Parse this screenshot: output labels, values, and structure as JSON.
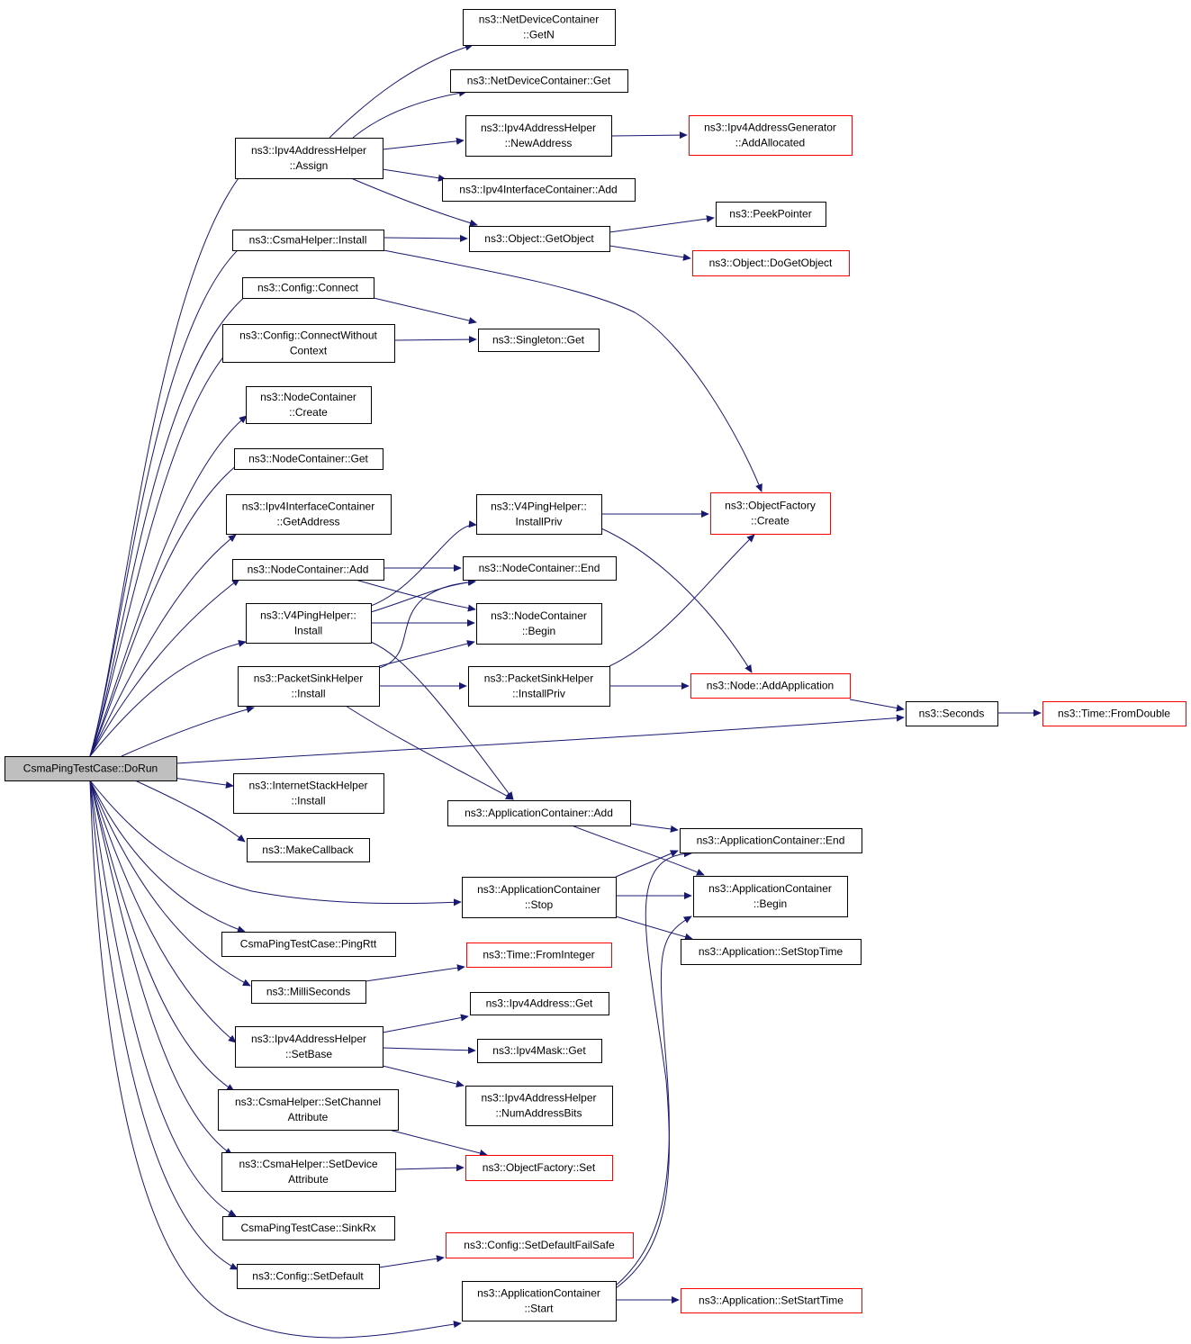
{
  "graph": {
    "nodes": [
      {
        "id": "n0",
        "lines": [
          "CsmaPingTestCase::DoRun"
        ],
        "style": "root"
      },
      {
        "id": "n1",
        "lines": [
          "ns3::Ipv4AddressHelper",
          "::Assign"
        ],
        "style": "normal"
      },
      {
        "id": "n2",
        "lines": [
          "ns3::CsmaHelper::Install"
        ],
        "style": "normal"
      },
      {
        "id": "n3",
        "lines": [
          "ns3::Config::Connect"
        ],
        "style": "normal"
      },
      {
        "id": "n4",
        "lines": [
          "ns3::Config::ConnectWithout",
          "Context"
        ],
        "style": "normal"
      },
      {
        "id": "n5",
        "lines": [
          "ns3::NodeContainer",
          "::Create"
        ],
        "style": "normal"
      },
      {
        "id": "n6",
        "lines": [
          "ns3::NodeContainer::Get"
        ],
        "style": "normal"
      },
      {
        "id": "n7",
        "lines": [
          "ns3::Ipv4InterfaceContainer",
          "::GetAddress"
        ],
        "style": "normal"
      },
      {
        "id": "n8",
        "lines": [
          "ns3::NodeContainer::Add"
        ],
        "style": "normal"
      },
      {
        "id": "n9",
        "lines": [
          "ns3::V4PingHelper::",
          "Install"
        ],
        "style": "normal"
      },
      {
        "id": "n10",
        "lines": [
          "ns3::PacketSinkHelper",
          "::Install"
        ],
        "style": "normal"
      },
      {
        "id": "n11",
        "lines": [
          "ns3::InternetStackHelper",
          "::Install"
        ],
        "style": "normal"
      },
      {
        "id": "n12",
        "lines": [
          "ns3::MakeCallback"
        ],
        "style": "normal"
      },
      {
        "id": "n13",
        "lines": [
          "CsmaPingTestCase::PingRtt"
        ],
        "style": "normal"
      },
      {
        "id": "n14",
        "lines": [
          "ns3::MilliSeconds"
        ],
        "style": "normal"
      },
      {
        "id": "n15",
        "lines": [
          "ns3::Ipv4AddressHelper",
          "::SetBase"
        ],
        "style": "normal"
      },
      {
        "id": "n16",
        "lines": [
          "ns3::CsmaHelper::SetChannel",
          "Attribute"
        ],
        "style": "normal"
      },
      {
        "id": "n17",
        "lines": [
          "ns3::CsmaHelper::SetDevice",
          "Attribute"
        ],
        "style": "normal"
      },
      {
        "id": "n18",
        "lines": [
          "CsmaPingTestCase::SinkRx"
        ],
        "style": "normal"
      },
      {
        "id": "n19",
        "lines": [
          "ns3::Config::SetDefault"
        ],
        "style": "normal"
      },
      {
        "id": "n20",
        "lines": [
          "ns3::NetDeviceContainer",
          "::GetN"
        ],
        "style": "normal"
      },
      {
        "id": "n21",
        "lines": [
          "ns3::NetDeviceContainer::Get"
        ],
        "style": "normal"
      },
      {
        "id": "n22",
        "lines": [
          "ns3::Ipv4AddressHelper",
          "::NewAddress"
        ],
        "style": "normal"
      },
      {
        "id": "n23",
        "lines": [
          "ns3::Ipv4InterfaceContainer::Add"
        ],
        "style": "normal"
      },
      {
        "id": "n24",
        "lines": [
          "ns3::Object::GetObject"
        ],
        "style": "normal"
      },
      {
        "id": "n25",
        "lines": [
          "ns3::Singleton::Get"
        ],
        "style": "normal"
      },
      {
        "id": "n26",
        "lines": [
          "ns3::V4PingHelper::",
          "InstallPriv"
        ],
        "style": "normal"
      },
      {
        "id": "n27",
        "lines": [
          "ns3::NodeContainer::End"
        ],
        "style": "normal"
      },
      {
        "id": "n28",
        "lines": [
          "ns3::NodeContainer",
          "::Begin"
        ],
        "style": "normal"
      },
      {
        "id": "n29",
        "lines": [
          "ns3::PacketSinkHelper",
          "::InstallPriv"
        ],
        "style": "normal"
      },
      {
        "id": "n30",
        "lines": [
          "ns3::ApplicationContainer::Add"
        ],
        "style": "normal"
      },
      {
        "id": "n31",
        "lines": [
          "ns3::ApplicationContainer",
          "::Stop"
        ],
        "style": "normal"
      },
      {
        "id": "n32",
        "lines": [
          "ns3::Time::FromInteger"
        ],
        "style": "red"
      },
      {
        "id": "n33",
        "lines": [
          "ns3::Ipv4Address::Get"
        ],
        "style": "normal"
      },
      {
        "id": "n34",
        "lines": [
          "ns3::Ipv4Mask::Get"
        ],
        "style": "normal"
      },
      {
        "id": "n35",
        "lines": [
          "ns3::Ipv4AddressHelper",
          "::NumAddressBits"
        ],
        "style": "normal"
      },
      {
        "id": "n36",
        "lines": [
          "ns3::ObjectFactory::Set"
        ],
        "style": "red"
      },
      {
        "id": "n37",
        "lines": [
          "ns3::Config::SetDefaultFailSafe"
        ],
        "style": "red"
      },
      {
        "id": "n38",
        "lines": [
          "ns3::ApplicationContainer",
          "::Start"
        ],
        "style": "normal"
      },
      {
        "id": "n39",
        "lines": [
          "ns3::Ipv4AddressGenerator",
          "::AddAllocated"
        ],
        "style": "red"
      },
      {
        "id": "n40",
        "lines": [
          "ns3::PeekPointer"
        ],
        "style": "normal"
      },
      {
        "id": "n41",
        "lines": [
          "ns3::Object::DoGetObject"
        ],
        "style": "red"
      },
      {
        "id": "n42",
        "lines": [
          "ns3::ObjectFactory",
          "::Create"
        ],
        "style": "red"
      },
      {
        "id": "n43",
        "lines": [
          "ns3::Node::AddApplication"
        ],
        "style": "red"
      },
      {
        "id": "n44",
        "lines": [
          "ns3::Seconds"
        ],
        "style": "normal"
      },
      {
        "id": "n45",
        "lines": [
          "ns3::Time::FromDouble"
        ],
        "style": "red"
      },
      {
        "id": "n46",
        "lines": [
          "ns3::ApplicationContainer::End"
        ],
        "style": "normal"
      },
      {
        "id": "n47",
        "lines": [
          "ns3::ApplicationContainer",
          "::Begin"
        ],
        "style": "normal"
      },
      {
        "id": "n48",
        "lines": [
          "ns3::Application::SetStopTime"
        ],
        "style": "normal"
      },
      {
        "id": "n49",
        "lines": [
          "ns3::Application::SetStartTime"
        ],
        "style": "red"
      }
    ],
    "edges": [
      {
        "from": "n0",
        "to": "n1"
      },
      {
        "from": "n0",
        "to": "n2"
      },
      {
        "from": "n0",
        "to": "n3"
      },
      {
        "from": "n0",
        "to": "n4"
      },
      {
        "from": "n0",
        "to": "n5"
      },
      {
        "from": "n0",
        "to": "n6"
      },
      {
        "from": "n0",
        "to": "n7"
      },
      {
        "from": "n0",
        "to": "n8"
      },
      {
        "from": "n0",
        "to": "n9"
      },
      {
        "from": "n0",
        "to": "n10"
      },
      {
        "from": "n0",
        "to": "n44"
      },
      {
        "from": "n0",
        "to": "n11"
      },
      {
        "from": "n0",
        "to": "n12"
      },
      {
        "from": "n0",
        "to": "n31"
      },
      {
        "from": "n0",
        "to": "n13"
      },
      {
        "from": "n0",
        "to": "n14"
      },
      {
        "from": "n0",
        "to": "n15"
      },
      {
        "from": "n0",
        "to": "n16"
      },
      {
        "from": "n0",
        "to": "n17"
      },
      {
        "from": "n0",
        "to": "n18"
      },
      {
        "from": "n0",
        "to": "n19"
      },
      {
        "from": "n0",
        "to": "n38"
      },
      {
        "from": "n1",
        "to": "n20"
      },
      {
        "from": "n1",
        "to": "n21"
      },
      {
        "from": "n1",
        "to": "n22"
      },
      {
        "from": "n1",
        "to": "n23"
      },
      {
        "from": "n1",
        "to": "n24"
      },
      {
        "from": "n22",
        "to": "n39"
      },
      {
        "from": "n2",
        "to": "n24"
      },
      {
        "from": "n2",
        "to": "n42"
      },
      {
        "from": "n24",
        "to": "n40"
      },
      {
        "from": "n24",
        "to": "n41"
      },
      {
        "from": "n3",
        "to": "n25"
      },
      {
        "from": "n4",
        "to": "n25"
      },
      {
        "from": "n8",
        "to": "n27"
      },
      {
        "from": "n8",
        "to": "n28"
      },
      {
        "from": "n9",
        "to": "n26"
      },
      {
        "from": "n9",
        "to": "n27"
      },
      {
        "from": "n9",
        "to": "n28"
      },
      {
        "from": "n9",
        "to": "n30"
      },
      {
        "from": "n10",
        "to": "n27"
      },
      {
        "from": "n10",
        "to": "n28"
      },
      {
        "from": "n10",
        "to": "n29"
      },
      {
        "from": "n10",
        "to": "n30"
      },
      {
        "from": "n26",
        "to": "n42"
      },
      {
        "from": "n26",
        "to": "n43"
      },
      {
        "from": "n29",
        "to": "n42"
      },
      {
        "from": "n29",
        "to": "n43"
      },
      {
        "from": "n43",
        "to": "n44"
      },
      {
        "from": "n44",
        "to": "n45"
      },
      {
        "from": "n30",
        "to": "n46"
      },
      {
        "from": "n30",
        "to": "n47"
      },
      {
        "from": "n31",
        "to": "n46"
      },
      {
        "from": "n31",
        "to": "n47"
      },
      {
        "from": "n31",
        "to": "n48"
      },
      {
        "from": "n14",
        "to": "n32"
      },
      {
        "from": "n15",
        "to": "n33"
      },
      {
        "from": "n15",
        "to": "n34"
      },
      {
        "from": "n15",
        "to": "n35"
      },
      {
        "from": "n16",
        "to": "n36"
      },
      {
        "from": "n17",
        "to": "n36"
      },
      {
        "from": "n19",
        "to": "n37"
      },
      {
        "from": "n38",
        "to": "n46"
      },
      {
        "from": "n38",
        "to": "n47"
      },
      {
        "from": "n38",
        "to": "n49"
      }
    ]
  },
  "colors": {
    "edge": "#191970",
    "border": "#000000",
    "border_external": "#ff0000",
    "root_fill": "#bfbfbf",
    "fill": "#ffffff"
  }
}
